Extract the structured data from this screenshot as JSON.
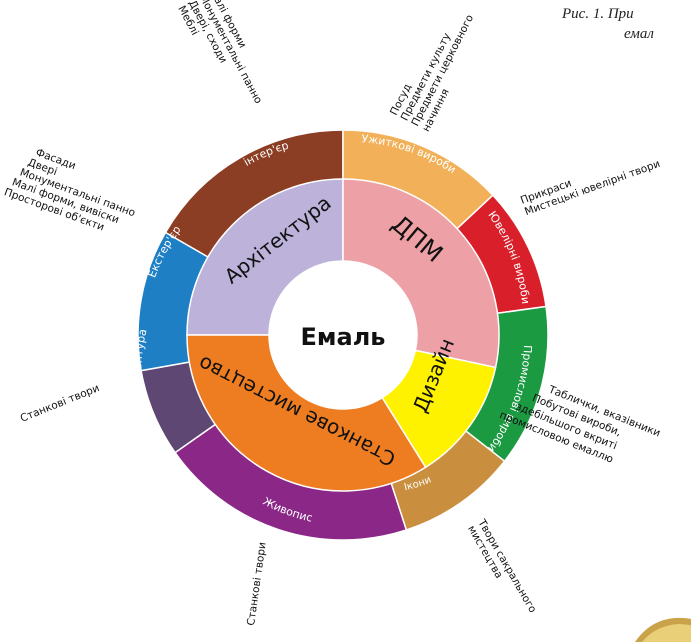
{
  "caption": {
    "line1": "Рис. 1. При",
    "line2": "емал"
  },
  "center": {
    "label": "Емаль"
  },
  "colors": {
    "architecture": "#bcb2da",
    "dpm": "#eda0a6",
    "design": "#fff200",
    "easel": "#ee7d22",
    "interior": "#8c3e24",
    "exterior": "#1e7fc4",
    "household": "#f2b158",
    "jewelry": "#d9202a",
    "industrial": "#1b9a41",
    "icons": "#c98e3e",
    "painting": "#8a2787",
    "sculpture": "#5e4773",
    "background": "#ffffff",
    "text_dark": "#111111"
  },
  "inner_ring": [
    {
      "key": "architecture",
      "label": "Архітектура",
      "color": "#bcb2da"
    },
    {
      "key": "dpm",
      "label": "ДПМ",
      "color": "#eda0a6"
    },
    {
      "key": "design",
      "label": "Дизайн",
      "color": "#fff200"
    },
    {
      "key": "easel",
      "label": "Станкове мистецтво",
      "color": "#ee7d22"
    }
  ],
  "outer_ring": [
    {
      "key": "interior",
      "label": "інтер'єр",
      "color": "#8c3e24"
    },
    {
      "key": "household",
      "label": "Ужиткові вироби",
      "color": "#f2b158"
    },
    {
      "key": "jewelry",
      "label": "Ювелірні вироби",
      "color": "#d9202a"
    },
    {
      "key": "industrial",
      "label": "Промислові вироби",
      "color": "#1b9a41"
    },
    {
      "key": "icons",
      "label": "Ікони",
      "color": "#c98e3e"
    },
    {
      "key": "painting",
      "label": "Живопис",
      "color": "#8a2787"
    },
    {
      "key": "sculpture",
      "label": "Скульптура",
      "color": "#5e4773"
    },
    {
      "key": "exterior",
      "label": "Екстер'єр",
      "color": "#1e7fc4"
    }
  ],
  "annotations": {
    "interior": [
      "Меблі",
      "Двері, сходи",
      "Монументальні панно",
      "Малі форми"
    ],
    "household": [
      "Посуд",
      "Предмети культу",
      "Предмети церковного",
      "начиння"
    ],
    "jewelry": [
      "Прикраси",
      "Мистецькі ювелірні твори"
    ],
    "industrial": [
      "Таблички, вказівники",
      "Побутові вироби,",
      "здебільшого вкриті",
      "промисловою емаллю"
    ],
    "icons": [
      "Твори сакрального",
      "мистецтва"
    ],
    "painting": [
      "Станкові твори"
    ],
    "sculpture": [
      "Станкові твори"
    ],
    "exterior": [
      "Фасади",
      "Двері",
      "Монументальні панно",
      "Малі форми, вивіски",
      "Просторові об'єкти"
    ]
  }
}
